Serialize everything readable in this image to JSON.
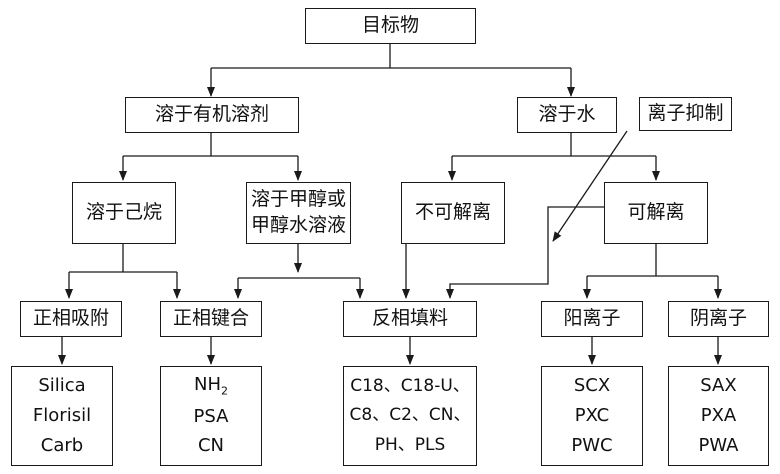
{
  "nodes": {
    "target": "目标物",
    "organic": "溶于有机溶剂",
    "water": "溶于水",
    "ion_suppress": "离子抑制",
    "hexane": "溶于己烷",
    "methanol_line1": "溶于甲醇或",
    "methanol_line2": "甲醇水溶液",
    "non_ionizable": "不可解离",
    "ionizable": "可解离",
    "normal_adsorb": "正相吸附",
    "normal_bond": "正相键合",
    "reversed": "反相填料",
    "cation": "阳离子",
    "anion": "阴离子"
  },
  "leaves": {
    "normal_adsorb": [
      "Silica",
      "Florisil",
      "Carb"
    ],
    "normal_bond": {
      "nh2_base": "NH",
      "nh2_sub": "2",
      "items": [
        "PSA",
        "CN"
      ]
    },
    "reversed": [
      "C18、C18-U、",
      "C8、C2、CN、",
      "PH、PLS"
    ],
    "cation": [
      "SCX",
      "PXC",
      "PWC"
    ],
    "anion": [
      "SAX",
      "PXA",
      "PWA"
    ]
  }
}
